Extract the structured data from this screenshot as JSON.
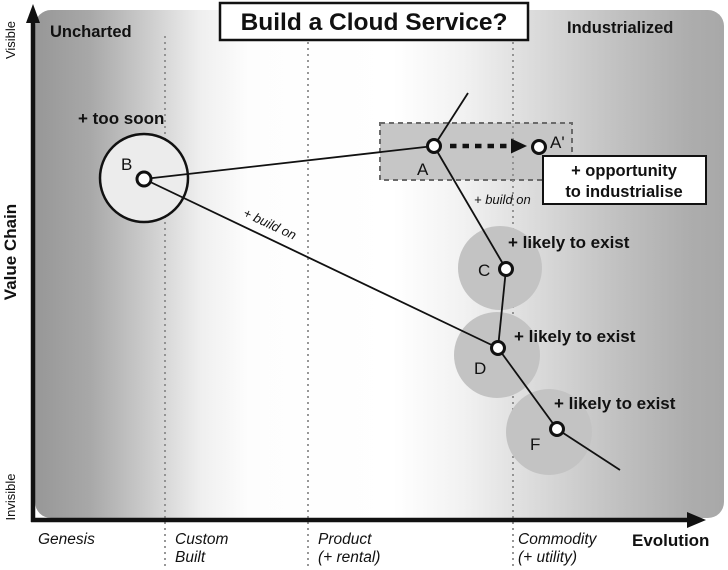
{
  "title": "Build a Cloud Service?",
  "regions": {
    "left": "Uncharted",
    "right": "Industrialized"
  },
  "y_axis": {
    "label": "Value Chain",
    "top": "Visible",
    "bottom": "Invisible"
  },
  "x_axis": {
    "label": "Evolution",
    "stages": [
      {
        "line1": "Genesis",
        "line2": ""
      },
      {
        "line1": "Custom",
        "line2": "Built"
      },
      {
        "line1": "Product",
        "line2": "(+ rental)"
      },
      {
        "line1": "Commodity",
        "line2": "(+ utility)"
      }
    ]
  },
  "nodes": {
    "a": "A",
    "a_prime": "A'",
    "b": "B",
    "c": "C",
    "d": "D",
    "f": "F"
  },
  "annotations": {
    "too_soon": "+ too soon",
    "build_on_upper": "+ build on",
    "build_on_lower": "+ build on",
    "likely_c": "+ likely to exist",
    "likely_d": "+ likely to exist",
    "likely_f": "+ likely to exist",
    "opportunity_line1": "+ opportunity",
    "opportunity_line2": "to industrialise"
  },
  "colors": {
    "ink": "#111111",
    "region_fill": "#c6c6c6",
    "halo_fill": "#c3c3c3",
    "bg_dark_left": "#979797",
    "bg_dark_right": "#a8a8a8",
    "bg_light": "#ffffff",
    "node_fill": "#ffffff",
    "dotted_line": "#8c8c8c"
  }
}
